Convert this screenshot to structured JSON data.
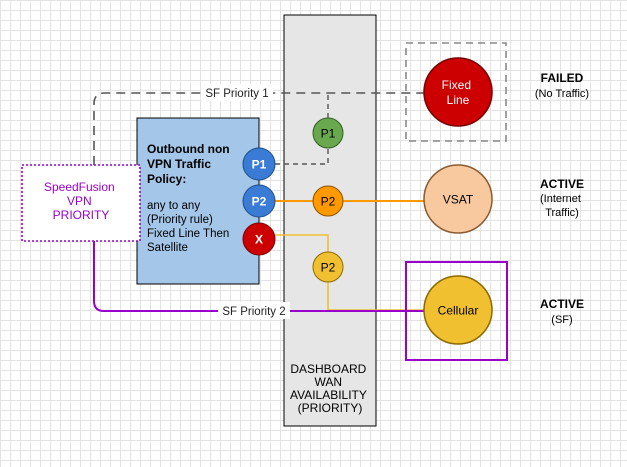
{
  "dashboard": {
    "lines": [
      "DASHBOARD",
      "WAN",
      "AVAILABILITY",
      "(PRIORITY)"
    ]
  },
  "policy": {
    "title_lines": [
      "Outbound non",
      "VPN Traffic",
      "Policy:"
    ],
    "body_lines": [
      "any to any",
      "(Priority rule)",
      "Fixed Line Then",
      "Satellite"
    ]
  },
  "speedfusion": {
    "lines": [
      "SpeedFusion",
      "VPN",
      "PRIORITY"
    ]
  },
  "connectors": {
    "sf_priority_1": "SF Priority 1",
    "sf_priority_2": "SF Priority 2"
  },
  "badges": {
    "policy_p1": "P1",
    "policy_p2": "P2",
    "policy_x": "X",
    "dash_p1": "P1",
    "dash_p2_vsat": "P2",
    "dash_p2_cellular": "P2"
  },
  "wans": {
    "fixed_line": {
      "lines": [
        "Fixed",
        "Line"
      ]
    },
    "vsat": {
      "label": "VSAT"
    },
    "cellular": {
      "label": "Cellular"
    }
  },
  "status": {
    "fixed_line": {
      "state": "FAILED",
      "detail_lines": [
        "(No Traffic)"
      ]
    },
    "vsat": {
      "state": "ACTIVE",
      "detail_lines": [
        "(Internet",
        "Traffic)"
      ]
    },
    "cellular": {
      "state": "ACTIVE",
      "detail_lines": [
        "(SF)"
      ]
    }
  },
  "colors": {
    "dashboard_fill": "#e6e6e6",
    "policy_fill": "#a4c6e8",
    "speedfusion": "#9900cc",
    "priority_1_line": "#555555",
    "vsat_line": "#ff9900",
    "fixed_line_fill": "#cc0000",
    "vsat_fill": "#f8c99e",
    "cellular_fill": "#f0c030",
    "badge_blue": "#3a7bd5",
    "badge_green": "#6aa84f",
    "badge_red": "#cc0000",
    "badge_orange": "#ff9900",
    "badge_yellow": "#f0c030"
  }
}
